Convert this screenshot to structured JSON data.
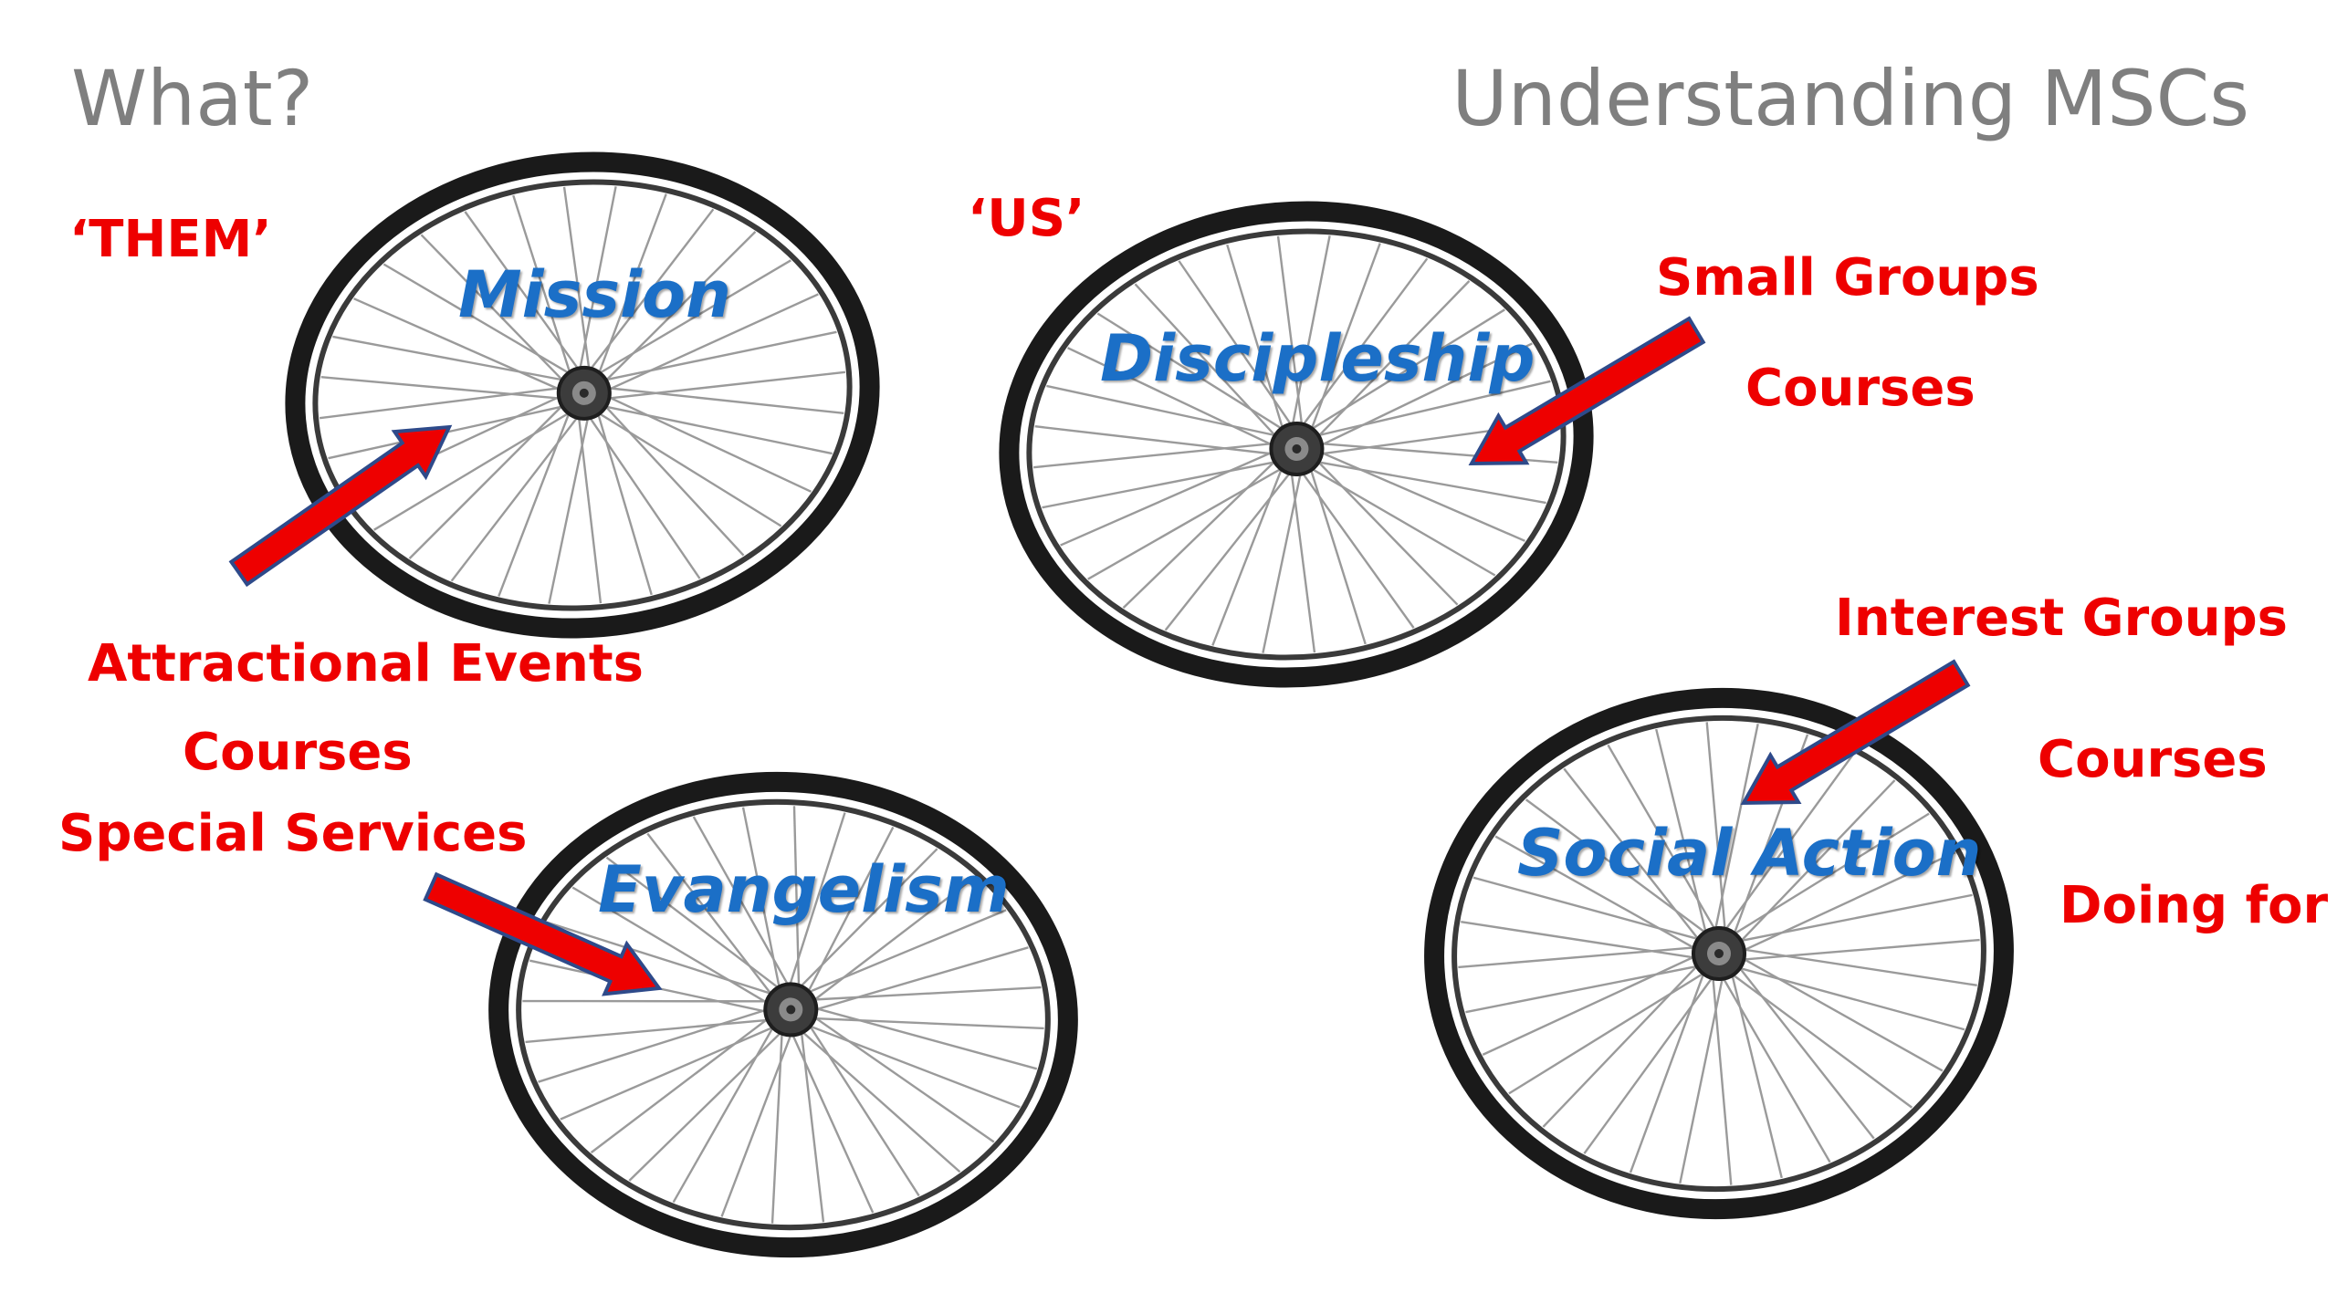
{
  "slide": {
    "title_left": "What?",
    "title_right": "Understanding MSCs",
    "audience_them": "‘THEM’",
    "audience_us": "‘US’"
  },
  "wheels": {
    "mission": {
      "label": "Mission",
      "items": [
        "Attractional Events",
        "Courses",
        "Special Services"
      ]
    },
    "discipleship": {
      "label": "Discipleship",
      "items": [
        "Small Groups",
        "Courses"
      ]
    },
    "evangelism": {
      "label": "Evangelism"
    },
    "social_action": {
      "label": "Social Action",
      "items": [
        "Interest Groups",
        "Courses",
        "Doing for"
      ]
    }
  },
  "colors": {
    "heading": "#7f7f7f",
    "item_text": "#ee0000",
    "wheel_label": "#1b6fc7",
    "arrow_fill": "#ee0000",
    "arrow_outline": "#2e4a8a",
    "tire": "#1a1a1a",
    "spoke": "#9a9a9a"
  },
  "icons": {
    "wheel": "bicycle-wheel-icon",
    "arrow": "block-arrow-icon"
  }
}
